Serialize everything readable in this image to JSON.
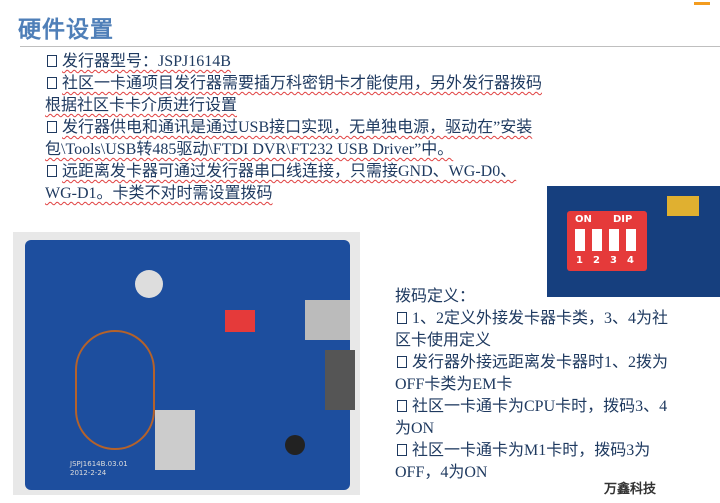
{
  "title": "硬件设置",
  "left_lines": [
    {
      "bullet": true,
      "text": "发行器型号：JSPJ1614B"
    },
    {
      "bullet": true,
      "text": "社区一卡通项目发行器需要插万科密钥卡才能使用，另外发行器拨码"
    },
    {
      "bullet": false,
      "text": "根据社区卡卡介质进行设置"
    },
    {
      "bullet": true,
      "text": "发行器供电和通讯是通过USB接口实现，无单独电源，驱动在”安装"
    },
    {
      "bullet": false,
      "text": "包\\Tools\\USB转485驱动\\FTDI DVR\\FT232 USB Driver”中。"
    },
    {
      "bullet": true,
      "text": "远距离发卡器可通过发行器串口线连接，只需接GND、WG-D0、"
    },
    {
      "bullet": false,
      "text": "WG-D1。卡类不对时需设置拨码"
    }
  ],
  "right_lines": [
    {
      "bullet": false,
      "text": "拨码定义："
    },
    {
      "bullet": true,
      "text": "1、2定义外接发卡器卡类，3、4为社"
    },
    {
      "bullet": false,
      "text": "区卡使用定义"
    },
    {
      "bullet": true,
      "text": "发行器外接远距离发卡器时1、2拨为"
    },
    {
      "bullet": false,
      "text": "OFF卡类为EM卡"
    },
    {
      "bullet": true,
      "text": "社区一卡通卡为CPU卡时，拨码3、4"
    },
    {
      "bullet": false,
      "text": "为ON"
    },
    {
      "bullet": true,
      "text": "社区一卡通卡为M1卡时，拨码3为"
    },
    {
      "bullet": false,
      "text": "OFF，4为ON"
    }
  ],
  "dip_photo": {
    "label_on": "ON",
    "label_dip": "DIP",
    "numbers": [
      "1",
      "2",
      "3",
      "4"
    ]
  },
  "pcb_photo": {
    "board_label": "JSPJ1614B.03.01",
    "date": "2012-2-24"
  },
  "brand": "万鑫科技",
  "colors": {
    "title": "#4f7fb8",
    "text": "#1f3a60",
    "pcb": "#1d4e9e",
    "dip": "#e53a3a"
  }
}
